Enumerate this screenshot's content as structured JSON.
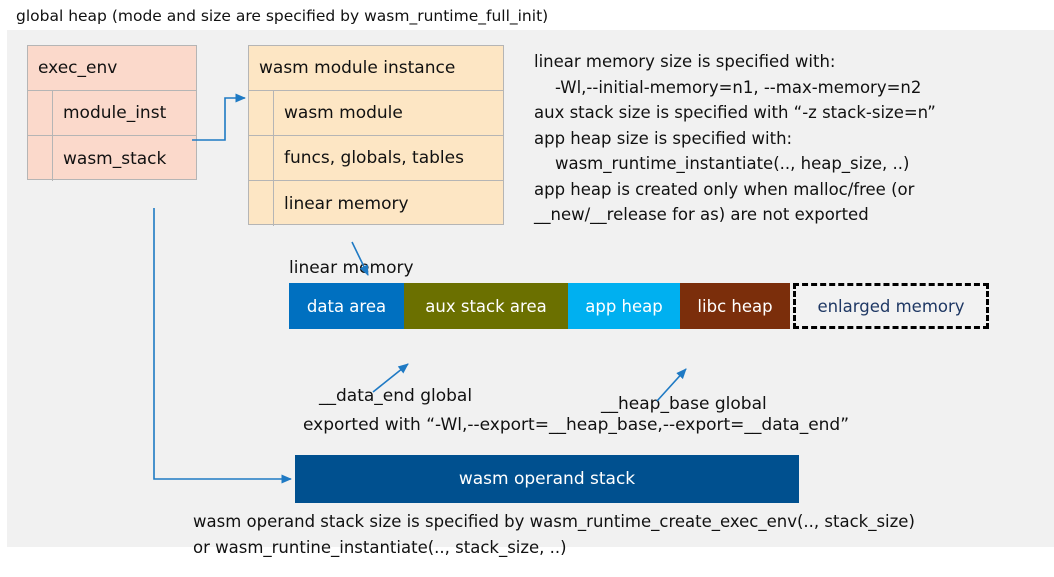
{
  "title": "global heap (mode and size are specified by wasm_runtime_full_init)",
  "colors": {
    "panel_background": "#f1f1f1",
    "exec_env_fill": "#fbd9cb",
    "module_instance_fill": "#fde6c4",
    "box_border": "#b5b5b5",
    "connector": "#1f7ac4",
    "data_area": "#0070c0",
    "aux_stack_area": "#6b7000",
    "app_heap": "#00b0f0",
    "libc_heap": "#7b2e0b",
    "enlarged_memory_fill": "#f2f2f2",
    "enlarged_memory_text": "#1f3864",
    "operand_stack_fill": "#00508f"
  },
  "exec_env": {
    "rows": [
      {
        "label": "exec_env",
        "indented": false
      },
      {
        "label": "module_inst",
        "indented": true
      },
      {
        "label": "wasm_stack",
        "indented": true
      }
    ]
  },
  "module_instance": {
    "rows": [
      {
        "label": "wasm module instance",
        "indented": false
      },
      {
        "label": "wasm module",
        "indented": true
      },
      {
        "label": "funcs, globals, tables",
        "indented": true
      },
      {
        "label": "linear memory",
        "indented": true
      }
    ]
  },
  "notes": "linear memory size is specified with:\n    -Wl,--initial-memory=n1, --max-memory=n2\naux stack size is specified with “-z stack-size=n”\napp heap size is specified with:\n    wasm_runtime_instantiate(.., heap_size, ..)\napp heap is created only when malloc/free (or\n__new/__release for as) are not exported",
  "linear_memory": {
    "label": "linear memory",
    "segments": [
      {
        "label": "data area",
        "color": "#0070c0",
        "width": 115,
        "dashed": false
      },
      {
        "label": "aux stack area",
        "color": "#6b7000",
        "width": 164,
        "dashed": false
      },
      {
        "label": "app heap",
        "color": "#00b0f0",
        "width": 112,
        "dashed": false
      },
      {
        "label": "libc heap",
        "color": "#7b2e0b",
        "width": 110,
        "dashed": false
      },
      {
        "label": "enlarged memory",
        "color": "#f2f2f2",
        "width": 196,
        "dashed": true
      }
    ]
  },
  "globals": {
    "data_end_caption": "__data_end global",
    "heap_base_caption": "__heap_base global",
    "export_caption": "exported with “-Wl,--export=__heap_base,--export=__data_end”"
  },
  "operand_stack": {
    "label": "wasm operand stack",
    "note": "wasm operand stack size is specified by wasm_runtime_create_exec_env(.., stack_size)\nor wasm_runtine_instantiate(.., stack_size, ..)"
  }
}
